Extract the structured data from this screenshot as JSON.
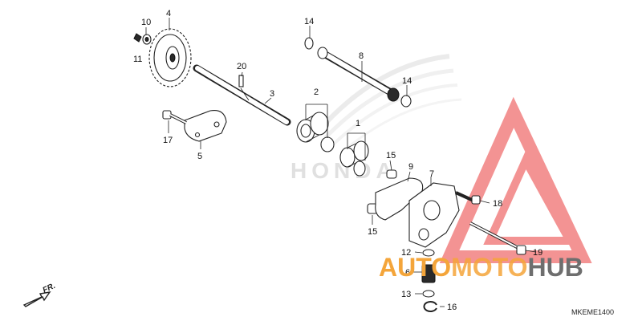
{
  "diagram": {
    "callouts": [
      "1",
      "2",
      "3",
      "4",
      "5",
      "6",
      "7",
      "8",
      "9",
      "10",
      "11",
      "12",
      "13",
      "14",
      "15",
      "16",
      "17",
      "18",
      "19",
      "20"
    ],
    "front_marker": "FR.",
    "diagram_code": "MKEME1400",
    "watermark": {
      "part1": "AUTO",
      "part2": "MOTO",
      "part3": "HUB"
    },
    "background_brand": "HONDA"
  },
  "colors": {
    "line": "#222222",
    "watermark_orange": "#f4a53a",
    "watermark_gray": "#6e6e6e",
    "watermark_red": "#f07070",
    "background_brand": "#e2e2e2"
  }
}
